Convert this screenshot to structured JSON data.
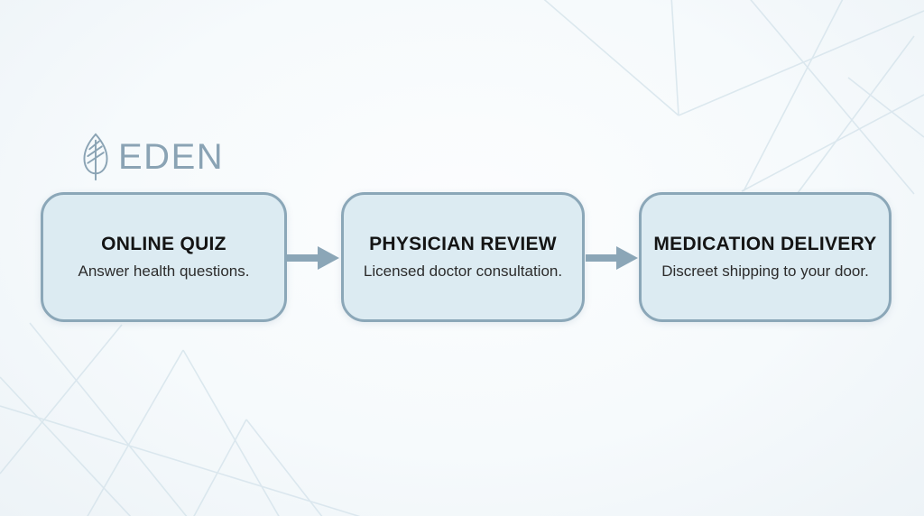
{
  "brand": {
    "name": "EDEN",
    "icon": "leaf-icon",
    "color": "#8aa3b4"
  },
  "flow": {
    "steps": [
      {
        "title": "ONLINE QUIZ",
        "description": "Answer health questions."
      },
      {
        "title": "PHYSICIAN REVIEW",
        "description": "Licensed doctor consultation."
      },
      {
        "title": "MEDICATION DELIVERY",
        "description": "Discreet shipping to your door."
      }
    ],
    "connector_icon": "arrow-right-icon",
    "box_fill": "#dcebf2",
    "box_border": "#8ba7b8",
    "arrow_color": "#8ba6b7"
  }
}
